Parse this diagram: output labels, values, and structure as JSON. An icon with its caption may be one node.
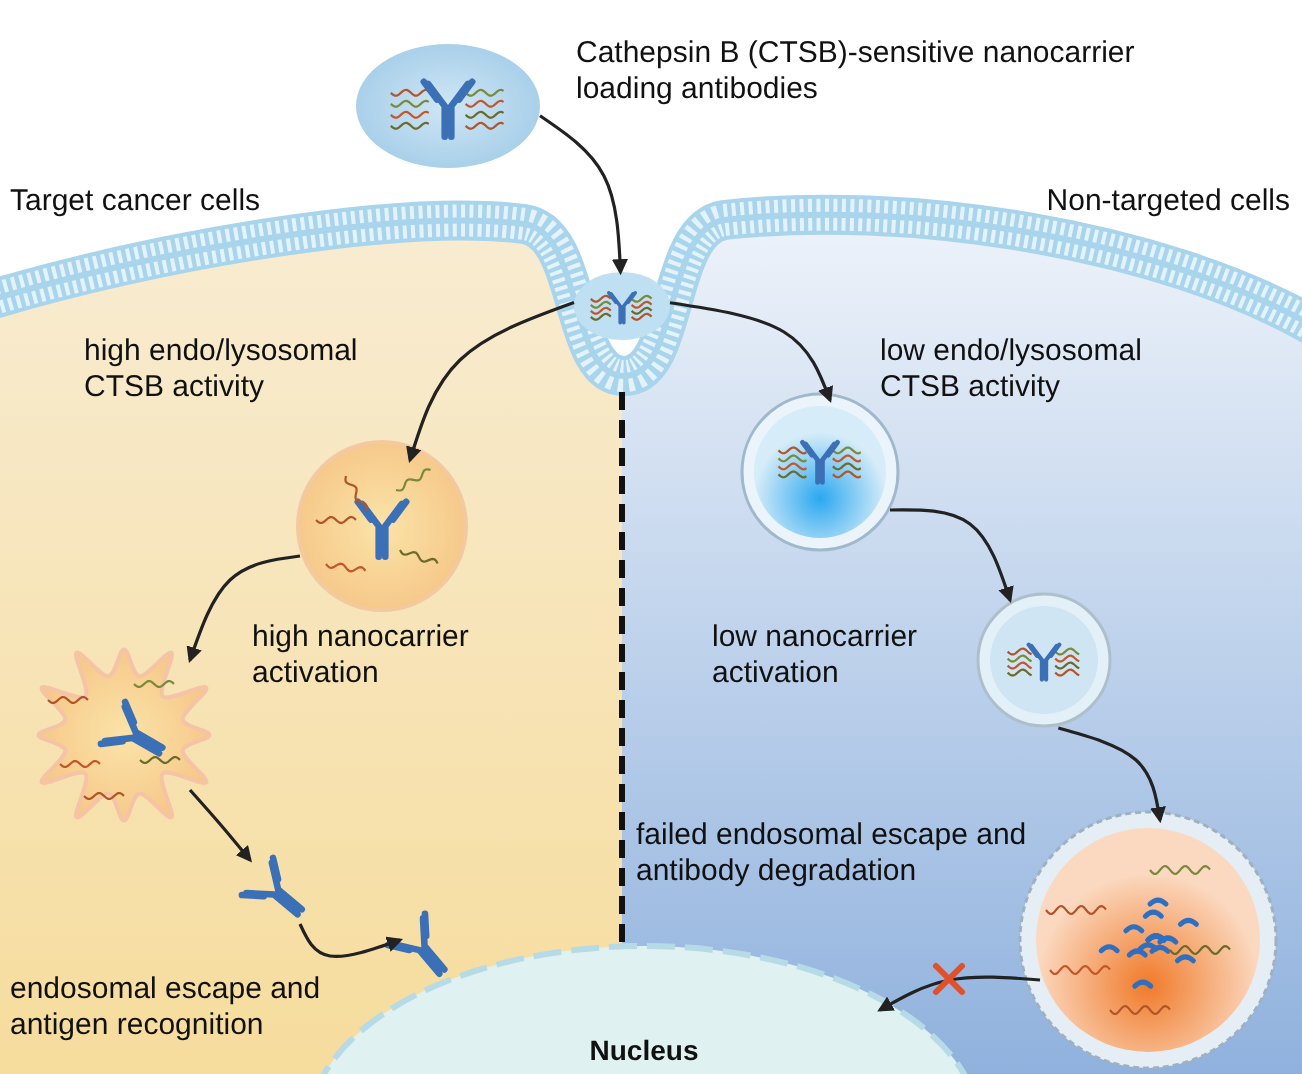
{
  "diagram": {
    "nodes": [
      {
        "text": [],
        "shape": "picture",
        "beside": [
          "Cathepsin B (CTSB)-sensitive nanocarrier loading antibodies"
        ]
      },
      {
        "text": [],
        "shape": "picture"
      },
      {
        "text": [],
        "shape": "picture"
      },
      {
        "text": [],
        "shape": "picture"
      },
      {
        "text": [],
        "shape": "picture"
      },
      {
        "text": [],
        "shape": "picture"
      },
      {
        "text": [],
        "shape": "picture"
      },
      {
        "text": [],
        "shape": "picture"
      },
      {
        "text": [],
        "shape": "picture"
      },
      {
        "text": [
          "Nucleus"
        ]
      }
    ],
    "edges": [
      {
        "from": 0,
        "to": 1,
        "arrow": "to"
      },
      {
        "from": 1,
        "to": 2,
        "arrow": "to"
      },
      {
        "from": 2,
        "to": 3,
        "arrow": "to"
      },
      {
        "from": 3,
        "to": 4,
        "arrow": "to"
      },
      {
        "from": 4,
        "to": 5,
        "arrow": "to"
      },
      {
        "from": 1,
        "to": 6,
        "arrow": "to"
      },
      {
        "from": 6,
        "to": 7,
        "arrow": "to"
      },
      {
        "from": 7,
        "to": 8,
        "arrow": "to"
      },
      {
        "from": 8,
        "to": 9,
        "arrow": "to"
      }
    ],
    "labels": [
      "Target cancer cells",
      "Non-targeted cells",
      "high endo/lysosomal CTSB activity",
      "low endo/lysosomal CTSB activity",
      "high nanocarrier activation",
      "low nanocarrier activation",
      "failed endosomal escape and antibody degradation",
      "endosomal escape and antigen recognition"
    ]
  }
}
